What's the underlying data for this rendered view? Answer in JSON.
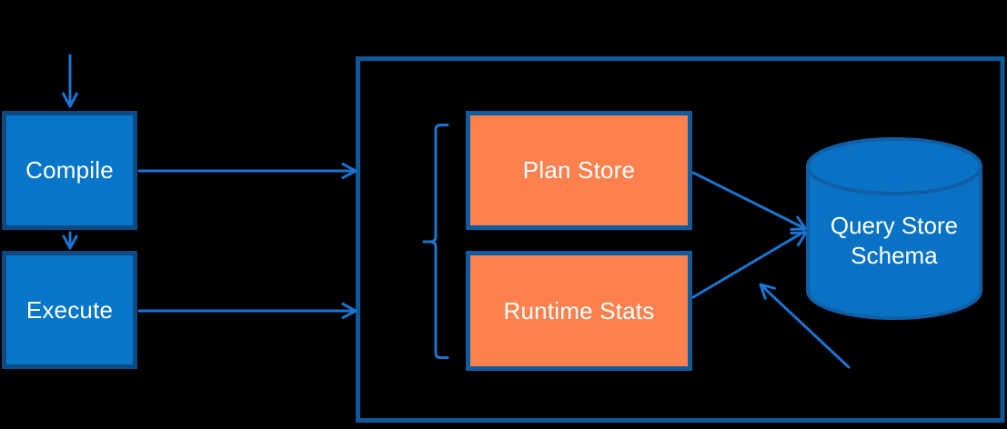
{
  "diagram": {
    "title": "Query Store architecture diagram",
    "nodes": {
      "compile": {
        "label": "Compile"
      },
      "execute": {
        "label": "Execute"
      },
      "plan_store": {
        "label": "Plan Store"
      },
      "runtime_stats": {
        "label": "Runtime Stats"
      },
      "query_store_schema": {
        "label_line1": "Query Store",
        "label_line2": "Schema"
      }
    },
    "edges": [
      {
        "from": "incoming",
        "to": "compile",
        "style": "arrow"
      },
      {
        "from": "compile",
        "to": "execute",
        "style": "arrow"
      },
      {
        "from": "compile",
        "to": "query-store-container",
        "style": "arrow"
      },
      {
        "from": "execute",
        "to": "query-store-container",
        "style": "arrow"
      },
      {
        "from": "plan_store",
        "to": "query_store_schema",
        "style": "arrow"
      },
      {
        "from": "runtime_stats",
        "to": "query_store_schema",
        "style": "arrow"
      },
      {
        "from": "bottom-right-external",
        "to": "query_store_schema",
        "style": "arrow"
      }
    ],
    "shapes": {
      "container": "rectangle-outline",
      "brace": "left-curly-brace-grouping-plan-store-and-runtime-stats",
      "database": "cylinder"
    }
  },
  "colors": {
    "bg": "#000000",
    "blue-fill": "#0775C8",
    "blue-border": "#0D4A83",
    "orange-fill": "#FC814E",
    "orange-border": "#0E5C9E",
    "outer-border": "#0A599B",
    "arrow": "#1B74D2",
    "cylinder-fill": "#0A72C4",
    "cylinder-border": "#0E5FA6",
    "text": "#FFFFFF"
  }
}
